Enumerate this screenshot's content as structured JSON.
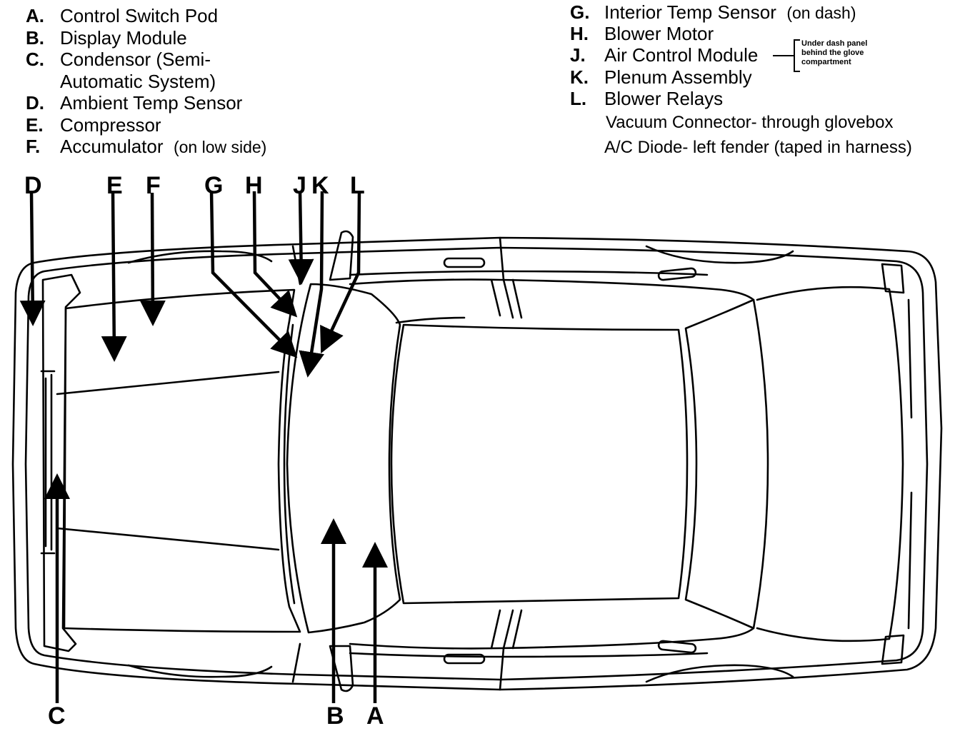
{
  "legend_left": [
    {
      "key": "A.",
      "text": "Control Switch Pod",
      "note": ""
    },
    {
      "key": "B.",
      "text": "Display Module",
      "note": ""
    },
    {
      "key": "C.",
      "text": "Condensor (Semi-",
      "note": ""
    },
    {
      "key": "",
      "text": "Automatic System)",
      "note": ""
    },
    {
      "key": "D.",
      "text": "Ambient Temp Sensor",
      "note": ""
    },
    {
      "key": "E.",
      "text": "Compressor",
      "note": ""
    },
    {
      "key": "F.",
      "text": "Accumulator",
      "note": "(on low side)"
    }
  ],
  "legend_right": [
    {
      "key": "G.",
      "text": "Interior Temp Sensor",
      "note": "(on dash)"
    },
    {
      "key": "H.",
      "text": "Blower Motor",
      "note": ""
    },
    {
      "key": "J.",
      "text": "Air Control Module",
      "note": ""
    },
    {
      "key": "K.",
      "text": "Plenum Assembly",
      "note": ""
    },
    {
      "key": "L.",
      "text": "Blower Relays",
      "note": ""
    }
  ],
  "bracket_note": [
    "Under dash panel",
    "behind the glove",
    "compartment"
  ],
  "extra_notes": [
    "Vacuum Connector- through glovebox",
    "A/C Diode- left fender (taped in harness)"
  ],
  "callouts": {
    "D": "D",
    "E": "E",
    "F": "F",
    "G": "G",
    "H": "H",
    "J": "J",
    "K": "K",
    "L": "L",
    "C": "C",
    "B": "B",
    "A": "A"
  }
}
